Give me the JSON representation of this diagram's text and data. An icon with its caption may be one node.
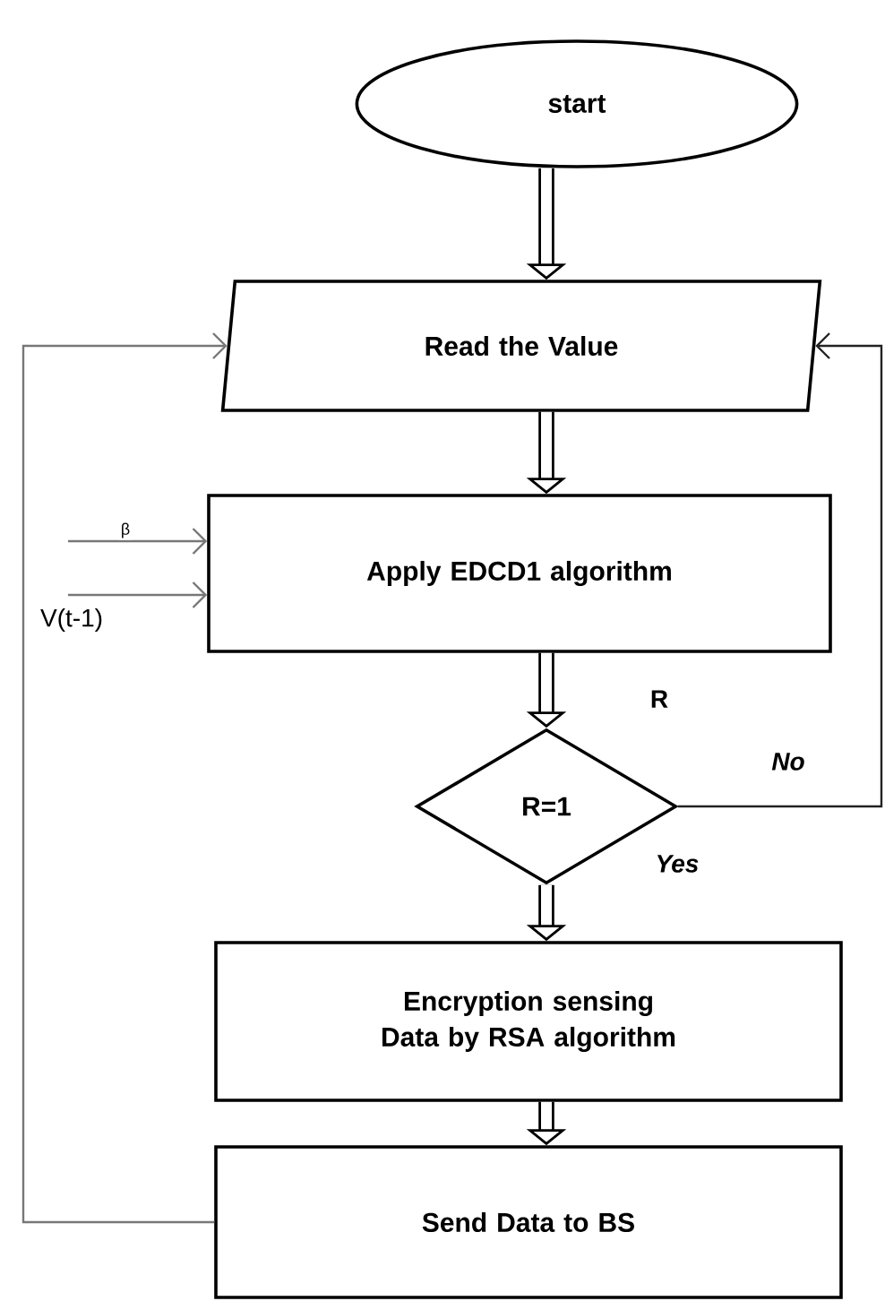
{
  "diagram": {
    "nodes": [
      {
        "text": [
          "start"
        ]
      },
      {
        "text": [
          "Read the Value"
        ]
      },
      {
        "text": [
          "Apply EDCD1 algorithm"
        ]
      },
      {
        "text": [
          "R=1"
        ]
      },
      {
        "text": [
          "Encryption sensing Data by RSA algorithm"
        ]
      },
      {
        "text": [
          "Send Data to BS"
        ]
      }
    ],
    "edges": [
      {
        "from": 0,
        "to": 1,
        "arrow": "to"
      },
      {
        "from": 1,
        "to": 2,
        "arrow": "to"
      },
      {
        "from": 2,
        "to": 3,
        "arrow": "to",
        "label": "R"
      },
      {
        "from": 3,
        "to": 4,
        "arrow": "to",
        "label": "Yes"
      },
      {
        "from": 4,
        "to": 5,
        "arrow": "to"
      },
      {
        "from": 5,
        "to": 1,
        "arrow": "to",
        "color": "#777777"
      },
      {
        "from": 3,
        "to": 1,
        "arrow": "to",
        "label": "No",
        "color": "#222222"
      },
      {
        "from": null,
        "to": 2,
        "arrow": "to",
        "label": "β",
        "color": "#777777"
      },
      {
        "from": null,
        "to": 2,
        "arrow": "to",
        "label": "V(t-1)",
        "color": "#777777"
      }
    ]
  }
}
